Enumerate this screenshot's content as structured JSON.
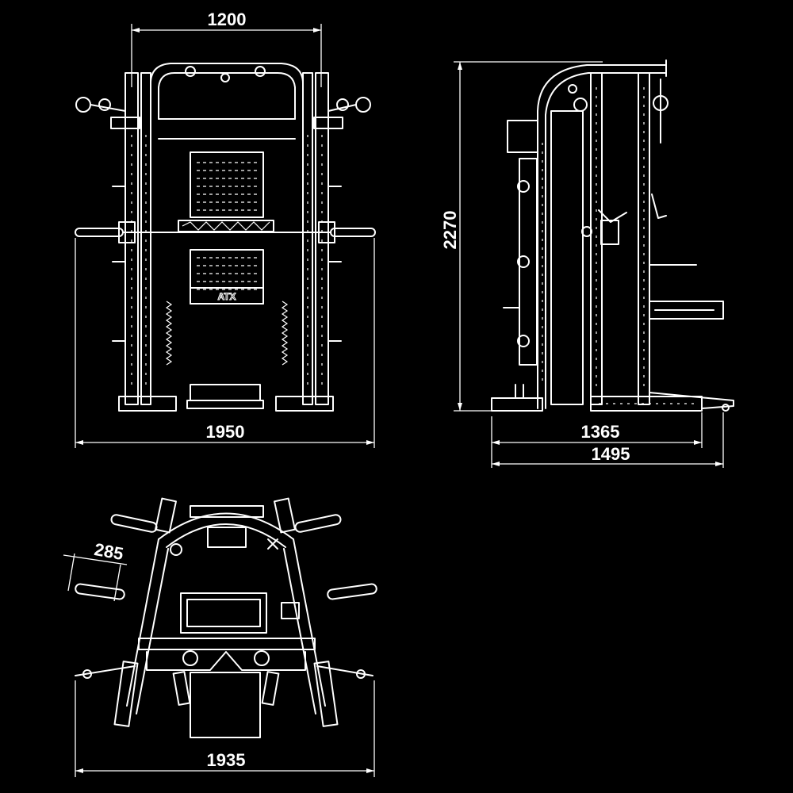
{
  "drawing": {
    "logo_text": "ATX",
    "views": {
      "front": {
        "width_label": "1200",
        "depth_label": "1950"
      },
      "side": {
        "height_label": "2270",
        "base_label": "1365",
        "total_label": "1495"
      },
      "top": {
        "width_label": "1935",
        "handle_label": "285"
      }
    }
  }
}
